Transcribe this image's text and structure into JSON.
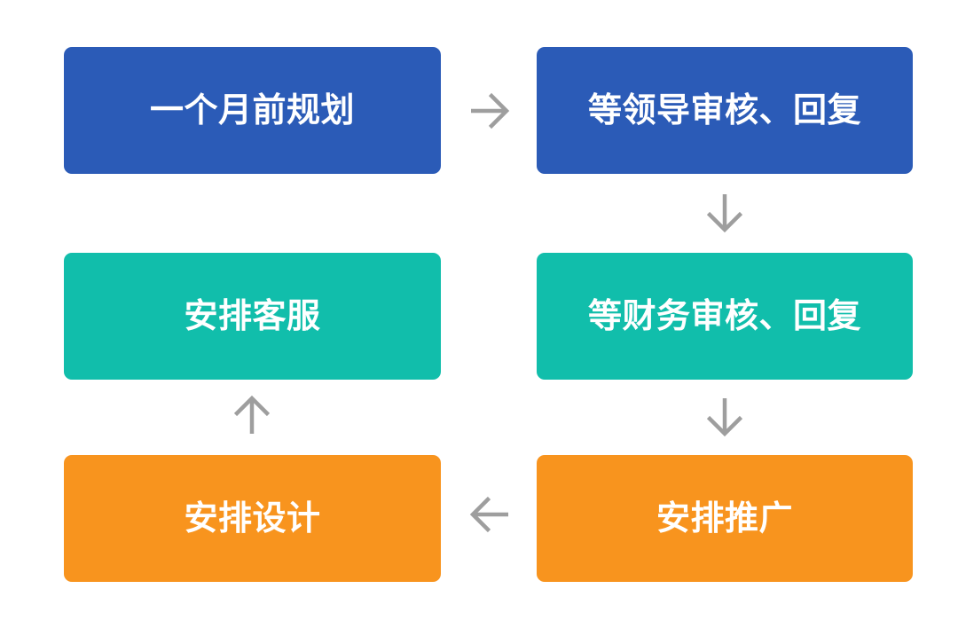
{
  "diagram": {
    "type": "flowchart",
    "background_color": "#ffffff",
    "arrow_color": "#9e9e9e",
    "node_colors": {
      "blue": "#2b5bb7",
      "teal": "#11beab",
      "orange": "#f8941e"
    },
    "nodes": [
      {
        "id": "plan",
        "label": "一个月前规划",
        "color": "#2b5bb7",
        "row": 0,
        "col": 0
      },
      {
        "id": "leader-review",
        "label": "等领导审核、回复",
        "color": "#2b5bb7",
        "row": 0,
        "col": 1
      },
      {
        "id": "customer-service",
        "label": "安排客服",
        "color": "#11beab",
        "row": 1,
        "col": 0
      },
      {
        "id": "finance-review",
        "label": "等财务审核、回复",
        "color": "#11beab",
        "row": 1,
        "col": 1
      },
      {
        "id": "design",
        "label": "安排设计",
        "color": "#f8941e",
        "row": 2,
        "col": 0
      },
      {
        "id": "promotion",
        "label": "安排推广",
        "color": "#f8941e",
        "row": 2,
        "col": 1
      }
    ],
    "arrows": [
      {
        "from": "plan",
        "to": "leader-review",
        "direction": "right"
      },
      {
        "from": "leader-review",
        "to": "finance-review",
        "direction": "down"
      },
      {
        "from": "finance-review",
        "to": "promotion",
        "direction": "down"
      },
      {
        "from": "promotion",
        "to": "design",
        "direction": "left"
      },
      {
        "from": "design",
        "to": "customer-service",
        "direction": "up"
      }
    ]
  }
}
